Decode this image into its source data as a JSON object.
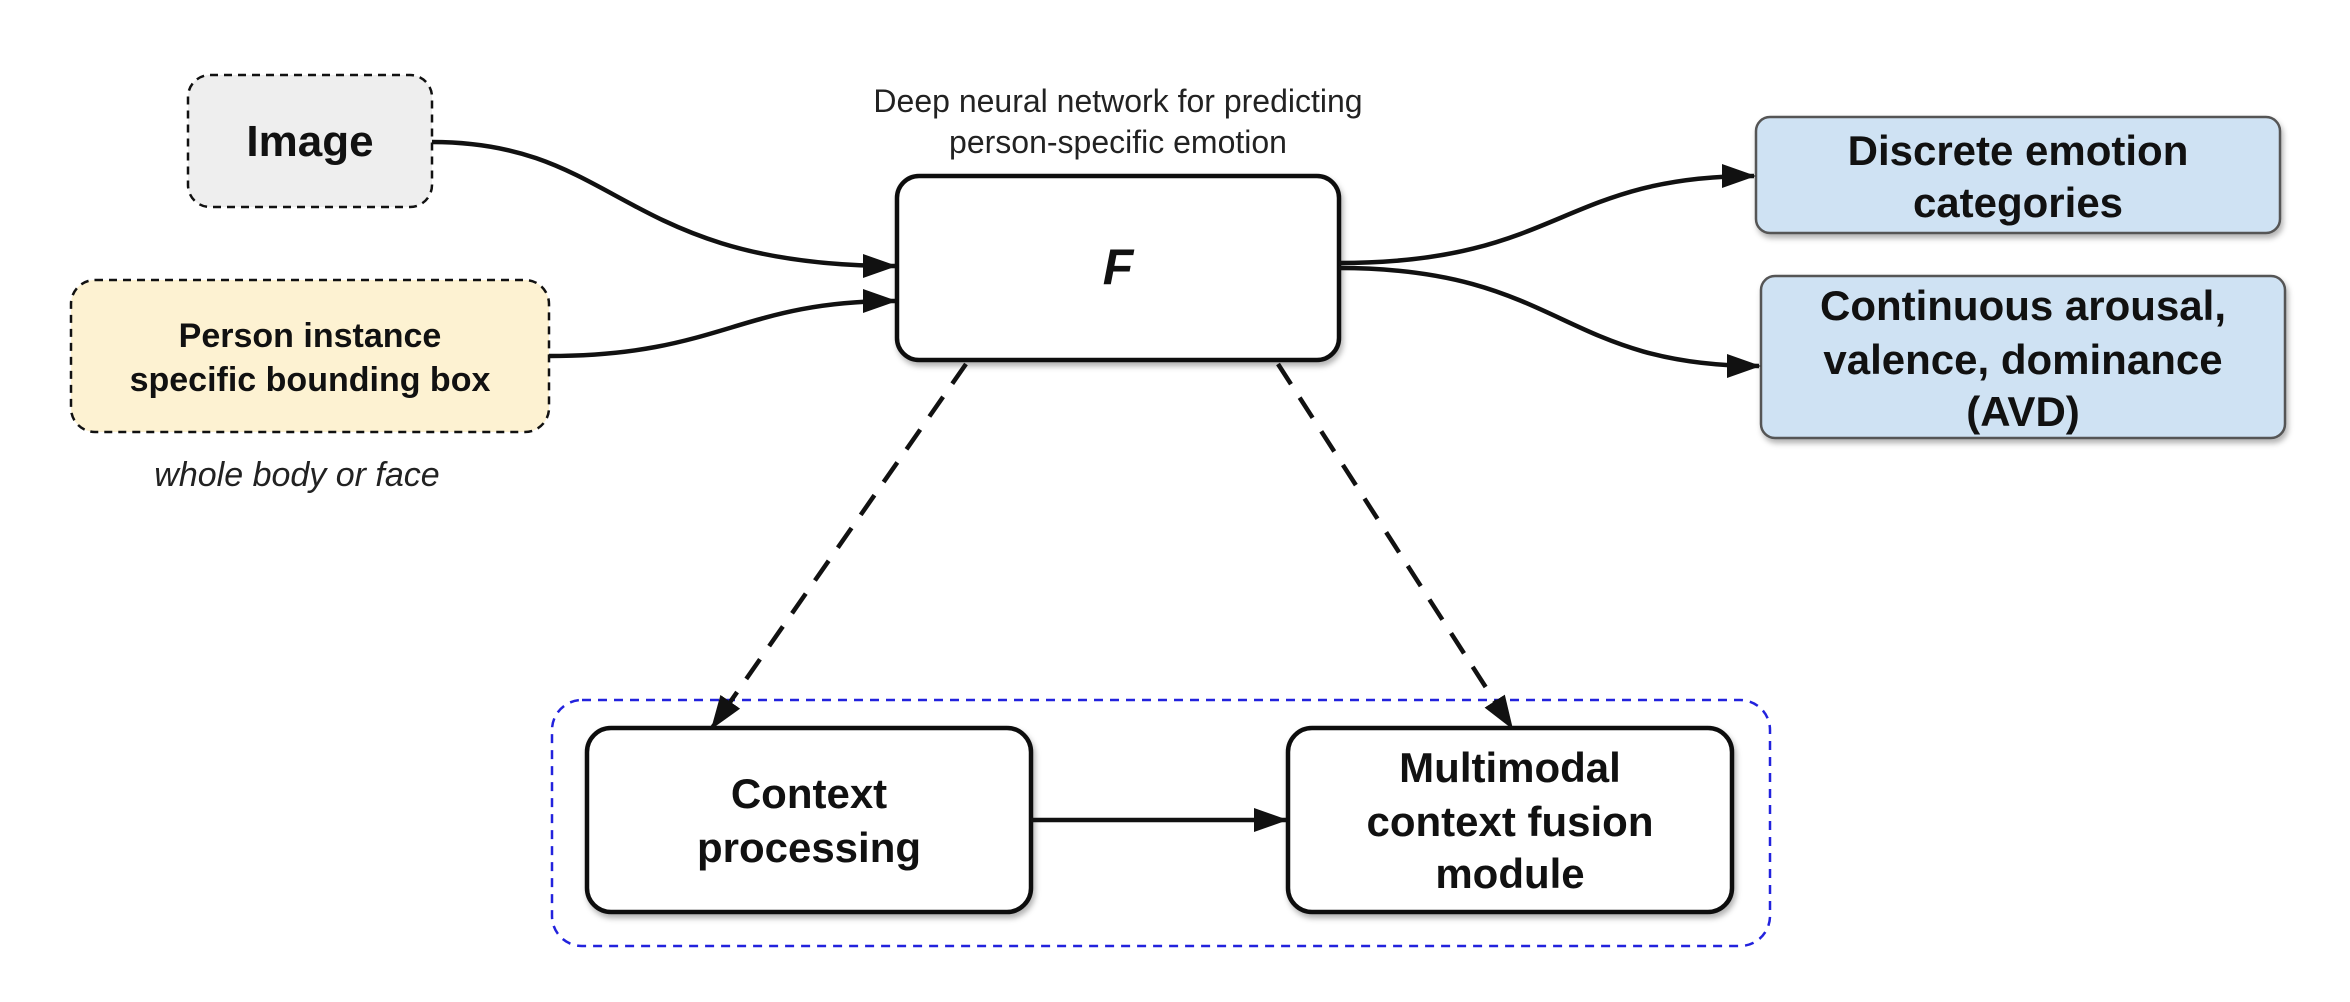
{
  "caption": {
    "line1": "Deep neural network for predicting",
    "line2": "person-specific emotion"
  },
  "nodes": {
    "image": {
      "label": "Image"
    },
    "person_bbox": {
      "line1": "Person instance",
      "line2": "specific bounding box",
      "note": "whole body or face"
    },
    "model": {
      "label": "F"
    },
    "discrete": {
      "line1": "Discrete emotion",
      "line2": "categories"
    },
    "continuous": {
      "line1": "Continuous arousal,",
      "line2": "valence, dominance",
      "line3": "(AVD)"
    },
    "context": {
      "line1": "Context",
      "line2": "processing"
    },
    "fusion": {
      "line1": "Multimodal",
      "line2": "context fusion",
      "line3": "module"
    }
  },
  "colors": {
    "image_fill": "#eeeeee",
    "person_fill": "#fdf2d2",
    "output_fill": "#cfe2f3",
    "group_border": "#2222dd",
    "stroke": "#111111"
  }
}
